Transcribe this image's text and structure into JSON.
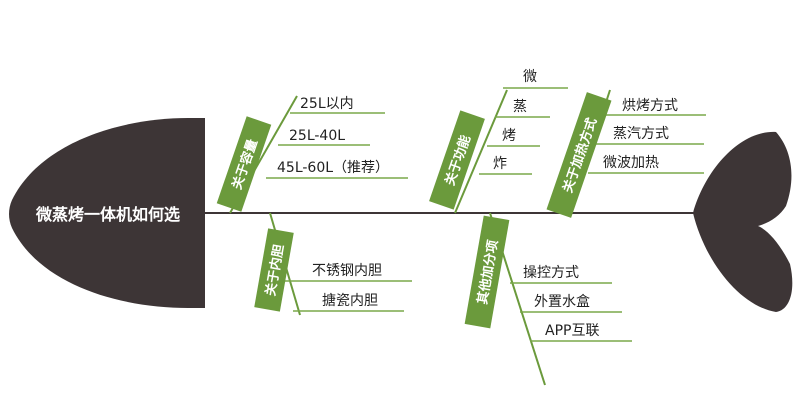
{
  "colors": {
    "fish": "#3d3536",
    "spine": "#3d3536",
    "green": "#6b9a3c",
    "green_line": "#7aa84a",
    "item_text": "#222222",
    "head_text": "#ffffff",
    "cat_text": "#ffffff"
  },
  "head": {
    "label": "微蒸烤一体机如何选"
  },
  "categories": [
    {
      "label": "关于容量",
      "items": [
        "25L以内",
        "25L-40L",
        "45L-60L（推荐）"
      ]
    },
    {
      "label": "关于功能",
      "items": [
        "微",
        "蒸",
        "烤",
        "炸"
      ]
    },
    {
      "label": "关于加热方式",
      "items": [
        "烘烤方式",
        "蒸汽方式",
        "微波加热"
      ]
    },
    {
      "label": "关于内胆",
      "items": [
        "不锈钢内胆",
        "搪瓷内胆"
      ]
    },
    {
      "label": "其他加分项",
      "items": [
        "操控方式",
        "外置水盒",
        "APP互联"
      ]
    }
  ]
}
